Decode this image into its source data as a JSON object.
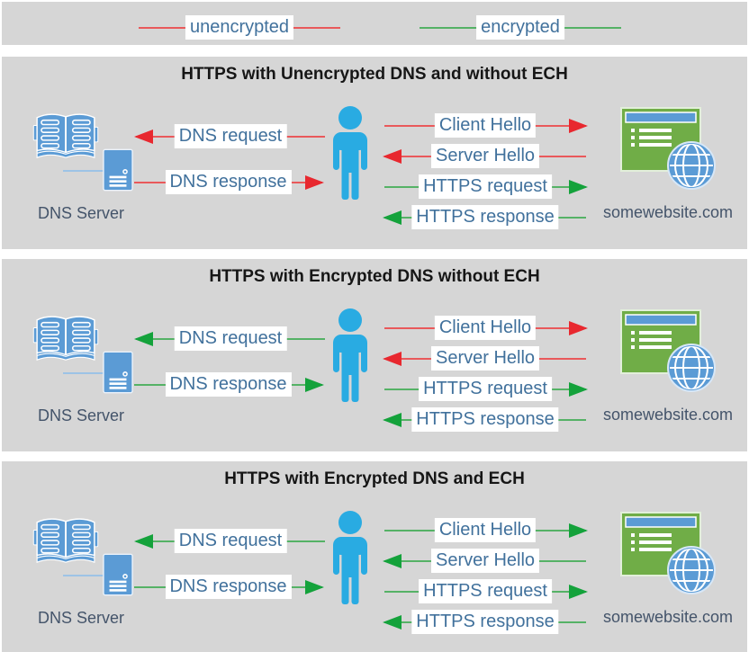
{
  "legend": {
    "items": [
      {
        "label": "unencrypted",
        "encrypted": false,
        "direction": "none"
      },
      {
        "label": "encrypted",
        "encrypted": true,
        "direction": "none"
      }
    ]
  },
  "panels": [
    {
      "title": "HTTPS with Unencrypted DNS and without ECH",
      "dns_server_label": "DNS Server",
      "website_label": "somewebsite.com",
      "left_arrows": [
        {
          "label": "DNS request",
          "direction": "left",
          "encrypted": false
        },
        {
          "label": "DNS response",
          "direction": "right",
          "encrypted": false
        }
      ],
      "right_arrows": [
        {
          "label": "Client Hello",
          "direction": "right",
          "encrypted": false
        },
        {
          "label": "Server Hello",
          "direction": "left",
          "encrypted": false
        },
        {
          "label": "HTTPS request",
          "direction": "right",
          "encrypted": true
        },
        {
          "label": "HTTPS response",
          "direction": "left",
          "encrypted": true
        }
      ]
    },
    {
      "title": "HTTPS with Encrypted DNS without ECH",
      "dns_server_label": "DNS Server",
      "website_label": "somewebsite.com",
      "left_arrows": [
        {
          "label": "DNS request",
          "direction": "left",
          "encrypted": true
        },
        {
          "label": "DNS response",
          "direction": "right",
          "encrypted": true
        }
      ],
      "right_arrows": [
        {
          "label": "Client Hello",
          "direction": "right",
          "encrypted": false
        },
        {
          "label": "Server Hello",
          "direction": "left",
          "encrypted": false
        },
        {
          "label": "HTTPS request",
          "direction": "right",
          "encrypted": true
        },
        {
          "label": "HTTPS response",
          "direction": "left",
          "encrypted": true
        }
      ]
    },
    {
      "title": "HTTPS with Encrypted DNS and ECH",
      "dns_server_label": "DNS Server",
      "website_label": "somewebsite.com",
      "left_arrows": [
        {
          "label": "DNS request",
          "direction": "left",
          "encrypted": true
        },
        {
          "label": "DNS response",
          "direction": "right",
          "encrypted": true
        }
      ],
      "right_arrows": [
        {
          "label": "Client Hello",
          "direction": "right",
          "encrypted": true
        },
        {
          "label": "Server Hello",
          "direction": "left",
          "encrypted": true
        },
        {
          "label": "HTTPS request",
          "direction": "right",
          "encrypted": true
        },
        {
          "label": "HTTPS response",
          "direction": "left",
          "encrypted": true
        }
      ]
    }
  ],
  "colors": {
    "unencrypted": {
      "line": "#e9595b",
      "head": "#e8282f"
    },
    "encrypted": {
      "line": "#55b266",
      "head": "#14a23b"
    },
    "panel_bg": "#d6d6d6",
    "arrow_label_text": "#41719C",
    "caption_text": "#44546A",
    "icon_blue": "#5B9BD5",
    "person_blue": "#29ABE2",
    "website_green": "#70AD47",
    "connector_blue": "#9DC3E6"
  },
  "icons": {
    "dns_server": "open-book-icon + server-tower-icon",
    "user": "person-icon",
    "website": "browser-window-icon + globe-icon"
  }
}
